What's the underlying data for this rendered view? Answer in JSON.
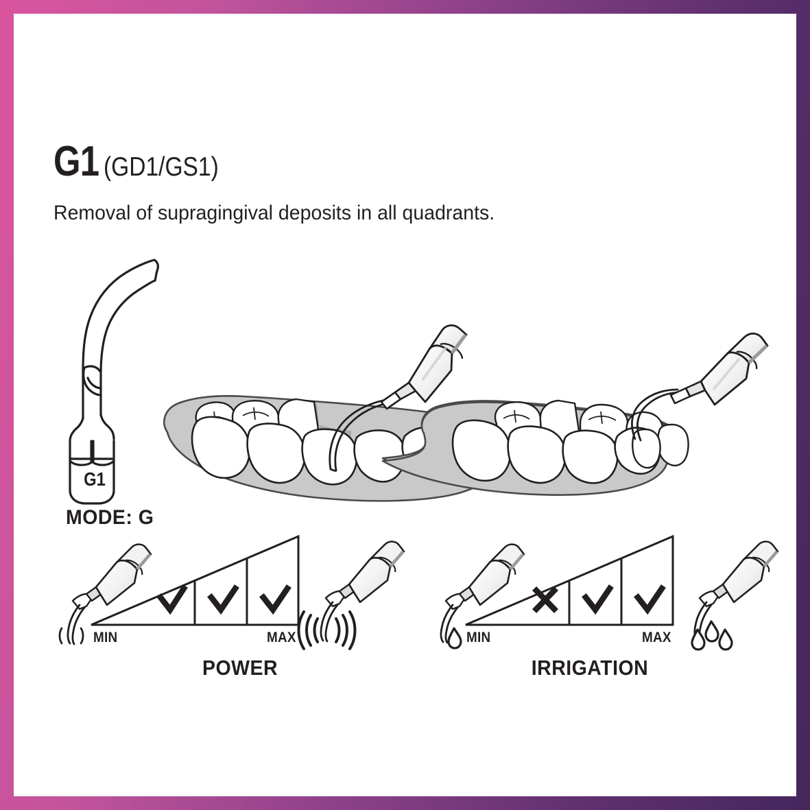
{
  "page": {
    "border_gradient_start": "#d9559e",
    "border_gradient_end": "#45275c",
    "background": "#ffffff",
    "ink": "#231f20",
    "gingiva_gray": "#c9c9c9",
    "tooth_white": "#ffffff"
  },
  "header": {
    "code": "G1",
    "variants": "(GD1/GS1)",
    "description": "Removal of supragingival deposits in all quadrants."
  },
  "tip": {
    "engraved_label": "G1",
    "mode_label": "MODE: G",
    "icon": "dental-scaler-tip-g1"
  },
  "illustrations": [
    {
      "name": "mandible-lingual-view",
      "icon": "jaw-with-scaler-handpiece",
      "caption": ""
    },
    {
      "name": "mandible-buccal-view",
      "icon": "jaw-with-scaler-handpiece",
      "caption": ""
    }
  ],
  "scales": [
    {
      "id": "power",
      "caption": "POWER",
      "min_label": "MIN",
      "max_label": "MAX",
      "left_icon": "handpiece-low-vibration-icon",
      "right_icon": "handpiece-high-vibration-icon",
      "segments": [
        {
          "position": 1,
          "mark": "check",
          "glyph": "✔"
        },
        {
          "position": 2,
          "mark": "check",
          "glyph": "✔"
        },
        {
          "position": 3,
          "mark": "check",
          "glyph": "✔"
        }
      ]
    },
    {
      "id": "irrigation",
      "caption": "IRRIGATION",
      "min_label": "MIN",
      "max_label": "MAX",
      "left_icon": "handpiece-single-drop-icon",
      "right_icon": "handpiece-triple-drop-icon",
      "segments": [
        {
          "position": 1,
          "mark": "cross",
          "glyph": "✖"
        },
        {
          "position": 2,
          "mark": "check",
          "glyph": "✔"
        },
        {
          "position": 3,
          "mark": "check",
          "glyph": "✔"
        }
      ]
    }
  ]
}
